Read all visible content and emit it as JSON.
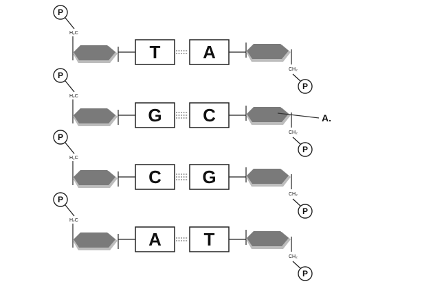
{
  "diagram": {
    "phosphate_label": "P",
    "left_linker_label": "H₂C",
    "right_linker_label": "CH₂",
    "callout_label": "A.",
    "rows": [
      {
        "left_base": "T",
        "right_base": "A",
        "bonds": 2
      },
      {
        "left_base": "G",
        "right_base": "C",
        "bonds": 3
      },
      {
        "left_base": "C",
        "right_base": "G",
        "bonds": 3
      },
      {
        "left_base": "A",
        "right_base": "T",
        "bonds": 2
      }
    ]
  },
  "colors": {
    "sugar_fill": "#7a7a7a",
    "sugar_shadow": "#bdbdbd",
    "stroke": "#222222",
    "background": "#ffffff"
  }
}
